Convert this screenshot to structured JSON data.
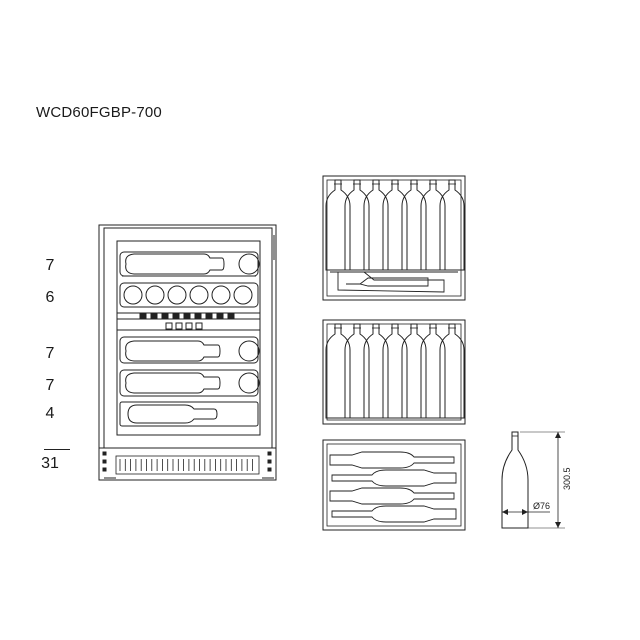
{
  "model": "WCD60FGBP-700",
  "shelf_counts": [
    "7",
    "6",
    "7",
    "7",
    "4"
  ],
  "total": "31",
  "dimensions": {
    "height": "300.5",
    "diameter": "Ø76"
  }
}
